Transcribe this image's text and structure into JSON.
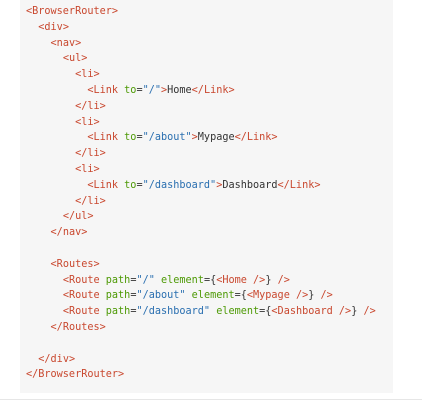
{
  "colors": {
    "tag": "#c9482f",
    "attr": "#4e9a06",
    "string": "#2a6fb0",
    "text": "#333333",
    "brace": "#333333"
  },
  "code": {
    "lines": [
      [
        {
          "t": "<BrowserRouter>",
          "k": "tag"
        }
      ],
      [
        {
          "t": "  ",
          "k": "text"
        },
        {
          "t": "<div>",
          "k": "tag"
        }
      ],
      [
        {
          "t": "    ",
          "k": "text"
        },
        {
          "t": "<nav>",
          "k": "tag"
        }
      ],
      [
        {
          "t": "      ",
          "k": "text"
        },
        {
          "t": "<ul>",
          "k": "tag"
        }
      ],
      [
        {
          "t": "        ",
          "k": "text"
        },
        {
          "t": "<li>",
          "k": "tag"
        }
      ],
      [
        {
          "t": "          ",
          "k": "text"
        },
        {
          "t": "<Link",
          "k": "tag"
        },
        {
          "t": " ",
          "k": "text"
        },
        {
          "t": "to",
          "k": "attr"
        },
        {
          "t": "=",
          "k": "text"
        },
        {
          "t": "\"/\"",
          "k": "string"
        },
        {
          "t": ">",
          "k": "tag"
        },
        {
          "t": "Home",
          "k": "text"
        },
        {
          "t": "</Link>",
          "k": "tag"
        }
      ],
      [
        {
          "t": "        ",
          "k": "text"
        },
        {
          "t": "</li>",
          "k": "tag"
        }
      ],
      [
        {
          "t": "        ",
          "k": "text"
        },
        {
          "t": "<li>",
          "k": "tag"
        }
      ],
      [
        {
          "t": "          ",
          "k": "text"
        },
        {
          "t": "<Link",
          "k": "tag"
        },
        {
          "t": " ",
          "k": "text"
        },
        {
          "t": "to",
          "k": "attr"
        },
        {
          "t": "=",
          "k": "text"
        },
        {
          "t": "\"/about\"",
          "k": "string"
        },
        {
          "t": ">",
          "k": "tag"
        },
        {
          "t": "Mypage",
          "k": "text"
        },
        {
          "t": "</Link>",
          "k": "tag"
        }
      ],
      [
        {
          "t": "        ",
          "k": "text"
        },
        {
          "t": "</li>",
          "k": "tag"
        }
      ],
      [
        {
          "t": "        ",
          "k": "text"
        },
        {
          "t": "<li>",
          "k": "tag"
        }
      ],
      [
        {
          "t": "          ",
          "k": "text"
        },
        {
          "t": "<Link",
          "k": "tag"
        },
        {
          "t": " ",
          "k": "text"
        },
        {
          "t": "to",
          "k": "attr"
        },
        {
          "t": "=",
          "k": "text"
        },
        {
          "t": "\"/dashboard\"",
          "k": "string"
        },
        {
          "t": ">",
          "k": "tag"
        },
        {
          "t": "Dashboard",
          "k": "text"
        },
        {
          "t": "</Link>",
          "k": "tag"
        }
      ],
      [
        {
          "t": "        ",
          "k": "text"
        },
        {
          "t": "</li>",
          "k": "tag"
        }
      ],
      [
        {
          "t": "      ",
          "k": "text"
        },
        {
          "t": "</ul>",
          "k": "tag"
        }
      ],
      [
        {
          "t": "    ",
          "k": "text"
        },
        {
          "t": "</nav>",
          "k": "tag"
        }
      ],
      [],
      [
        {
          "t": "    ",
          "k": "text"
        },
        {
          "t": "<Routes>",
          "k": "tag"
        }
      ],
      [
        {
          "t": "      ",
          "k": "text"
        },
        {
          "t": "<Route",
          "k": "tag"
        },
        {
          "t": " ",
          "k": "text"
        },
        {
          "t": "path",
          "k": "attr"
        },
        {
          "t": "=",
          "k": "text"
        },
        {
          "t": "\"/\"",
          "k": "string"
        },
        {
          "t": " ",
          "k": "text"
        },
        {
          "t": "element",
          "k": "attr"
        },
        {
          "t": "={",
          "k": "brace"
        },
        {
          "t": "<Home",
          "k": "tag"
        },
        {
          "t": " ",
          "k": "text"
        },
        {
          "t": "/>",
          "k": "tag"
        },
        {
          "t": "} ",
          "k": "brace"
        },
        {
          "t": "/>",
          "k": "tag"
        }
      ],
      [
        {
          "t": "      ",
          "k": "text"
        },
        {
          "t": "<Route",
          "k": "tag"
        },
        {
          "t": " ",
          "k": "text"
        },
        {
          "t": "path",
          "k": "attr"
        },
        {
          "t": "=",
          "k": "text"
        },
        {
          "t": "\"/about\"",
          "k": "string"
        },
        {
          "t": " ",
          "k": "text"
        },
        {
          "t": "element",
          "k": "attr"
        },
        {
          "t": "={",
          "k": "brace"
        },
        {
          "t": "<Mypage",
          "k": "tag"
        },
        {
          "t": " ",
          "k": "text"
        },
        {
          "t": "/>",
          "k": "tag"
        },
        {
          "t": "} ",
          "k": "brace"
        },
        {
          "t": "/>",
          "k": "tag"
        }
      ],
      [
        {
          "t": "      ",
          "k": "text"
        },
        {
          "t": "<Route",
          "k": "tag"
        },
        {
          "t": " ",
          "k": "text"
        },
        {
          "t": "path",
          "k": "attr"
        },
        {
          "t": "=",
          "k": "text"
        },
        {
          "t": "\"/dashboard\"",
          "k": "string"
        },
        {
          "t": " ",
          "k": "text"
        },
        {
          "t": "element",
          "k": "attr"
        },
        {
          "t": "={",
          "k": "brace"
        },
        {
          "t": "<Dashboard",
          "k": "tag"
        },
        {
          "t": " ",
          "k": "text"
        },
        {
          "t": "/>",
          "k": "tag"
        },
        {
          "t": "} ",
          "k": "brace"
        },
        {
          "t": "/>",
          "k": "tag"
        }
      ],
      [
        {
          "t": "    ",
          "k": "text"
        },
        {
          "t": "</Routes>",
          "k": "tag"
        }
      ],
      [],
      [
        {
          "t": "  ",
          "k": "text"
        },
        {
          "t": "</div>",
          "k": "tag"
        }
      ],
      [
        {
          "t": "</BrowserRouter>",
          "k": "tag"
        }
      ]
    ]
  }
}
